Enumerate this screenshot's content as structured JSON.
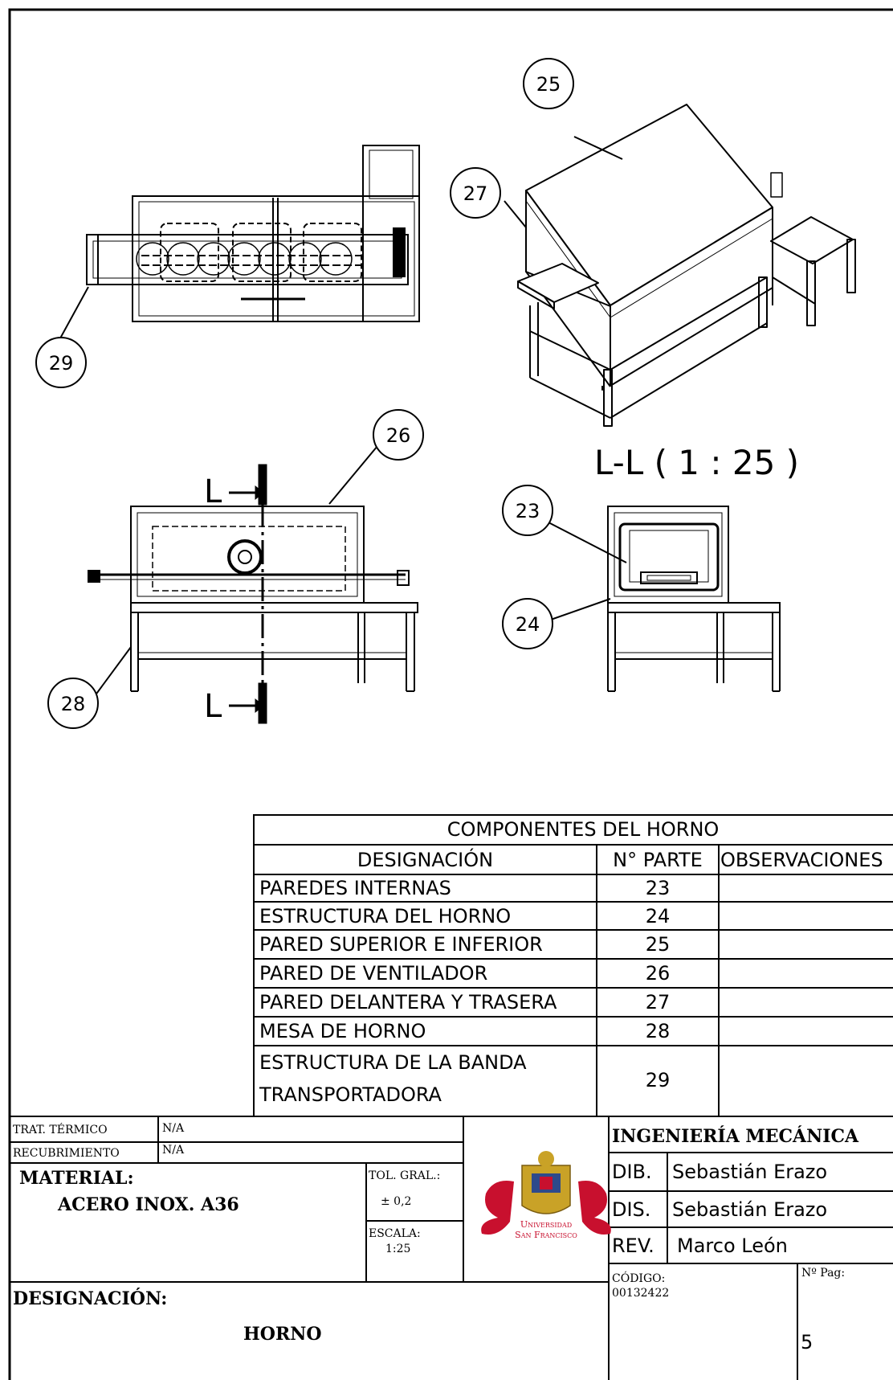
{
  "views": {
    "section_title": "L-L ( 1 : 25 )",
    "section_marker": "L",
    "balloons": [
      "23",
      "24",
      "25",
      "26",
      "27",
      "28",
      "29"
    ]
  },
  "components": {
    "title": "COMPONENTES DEL HORNO",
    "headers": [
      "DESIGNACIÓN",
      "N° PARTE",
      "OBSERVACIONES"
    ],
    "rows": [
      {
        "name": "PAREDES INTERNAS",
        "part": "23",
        "obs": ""
      },
      {
        "name": "ESTRUCTURA DEL HORNO",
        "part": "24",
        "obs": ""
      },
      {
        "name": "PARED SUPERIOR E INFERIOR",
        "part": "25",
        "obs": ""
      },
      {
        "name": "PARED DE VENTILADOR",
        "part": "26",
        "obs": ""
      },
      {
        "name": "PARED DELANTERA Y TRASERA",
        "part": "27",
        "obs": ""
      },
      {
        "name": "MESA DE HORNO",
        "part": "28",
        "obs": ""
      },
      {
        "name": "ESTRUCTURA DE LA BANDA",
        "name2": "TRANSPORTADORA",
        "part": "29",
        "obs": ""
      }
    ]
  },
  "title_block": {
    "trat_label": "TRAT. TÉRMICO",
    "trat_value": "N/A",
    "recub_label": "RECUBRIMIENTO",
    "recub_value": "N/A",
    "material_label": "MATERIAL:",
    "material_value": "ACERO INOX.  A36",
    "tol_label": "TOL. GRAL.:",
    "tol_value": "± 0,2",
    "escala_label": "ESCALA:",
    "escala_value": "1:25",
    "logo_text1": "Universidad",
    "logo_text2": "San Francisco",
    "dept": "INGENIERÍA MECÁNICA",
    "dib_label": "DIB.",
    "dib_value": "Sebastián Erazo",
    "dis_label": "DIS.",
    "dis_value": "Sebastián Erazo",
    "rev_label": "REV.",
    "rev_value": "Marco León",
    "desig_label": "DESIGNACIÓN:",
    "desig_value": "HORNO",
    "codigo_label": "CÓDIGO:",
    "codigo_value": "00132422",
    "pag_label": "Nº Pag:",
    "pag_value": "5"
  },
  "colors": {
    "line": "#000000",
    "logo_red": "#c8102e",
    "logo_gold": "#c9a227",
    "logo_blue": "#2e4a8b"
  }
}
